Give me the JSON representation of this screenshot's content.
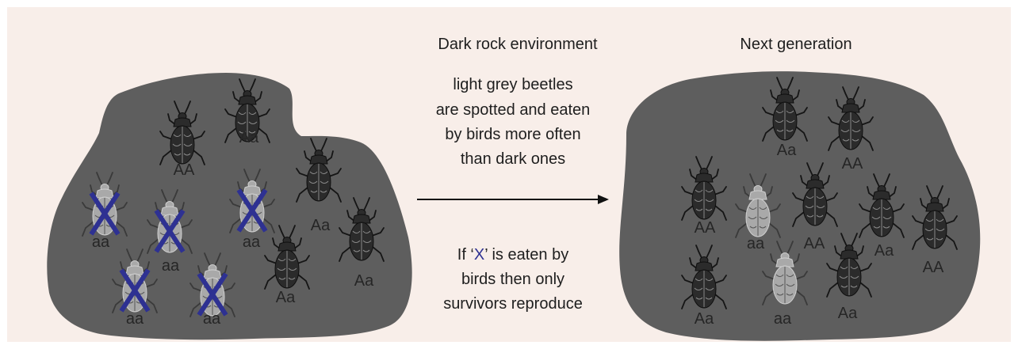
{
  "heading_left": "Dark rock environment",
  "heading_right": "Next generation",
  "explanation": [
    "light grey beetles",
    "are spotted and eaten",
    "by birds more often",
    "than dark ones"
  ],
  "note": {
    "line1_before": "If ‘",
    "line1_x": "X",
    "line1_after": "’ is eaten by",
    "line2": "birds then only",
    "line3": "survivors reproduce"
  },
  "colors": {
    "background": "#f8eee9",
    "rock": "#5e5e5e",
    "dark_beetle": "#2b2b2b",
    "light_beetle": "#a9a9a9",
    "x_mark": "#2e3192",
    "text": "#222222"
  },
  "left_population": [
    {
      "genotype": "AA",
      "color": "dark",
      "eaten": false
    },
    {
      "genotype": "Aa",
      "color": "dark",
      "eaten": false
    },
    {
      "genotype": "Aa",
      "color": "dark",
      "eaten": false
    },
    {
      "genotype": "aa",
      "color": "light",
      "eaten": true
    },
    {
      "genotype": "aa",
      "color": "light",
      "eaten": true
    },
    {
      "genotype": "aa",
      "color": "light",
      "eaten": true
    },
    {
      "genotype": "Aa",
      "color": "dark",
      "eaten": false
    },
    {
      "genotype": "Aa",
      "color": "dark",
      "eaten": false
    },
    {
      "genotype": "aa",
      "color": "light",
      "eaten": true
    },
    {
      "genotype": "aa",
      "color": "light",
      "eaten": true
    }
  ],
  "right_population": [
    {
      "genotype": "Aa",
      "color": "dark"
    },
    {
      "genotype": "AA",
      "color": "dark"
    },
    {
      "genotype": "AA",
      "color": "dark"
    },
    {
      "genotype": "aa",
      "color": "light"
    },
    {
      "genotype": "AA",
      "color": "dark"
    },
    {
      "genotype": "Aa",
      "color": "dark"
    },
    {
      "genotype": "AA",
      "color": "dark"
    },
    {
      "genotype": "Aa",
      "color": "dark"
    },
    {
      "genotype": "aa",
      "color": "light"
    },
    {
      "genotype": "Aa",
      "color": "dark"
    }
  ]
}
